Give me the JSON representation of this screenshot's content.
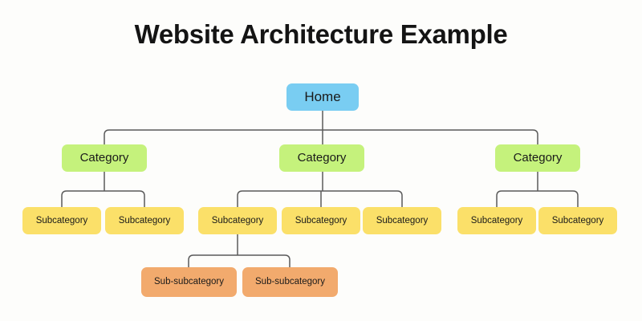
{
  "page": {
    "title": "Website Architecture Example",
    "background_color": "#fdfdfb",
    "connector_color": "#5a5a5a"
  },
  "colors": {
    "home": "#79cdf2",
    "category": "#c5f27c",
    "subcategory": "#fbe069",
    "subsubcategory": "#f2aa6d",
    "text": "#1a1a1a",
    "title": "#141414"
  },
  "tree": {
    "root": {
      "label": "Home",
      "level": "home"
    },
    "categories": [
      {
        "label": "Category",
        "subcategories": [
          {
            "label": "Subcategory",
            "children": []
          },
          {
            "label": "Subcategory",
            "children": []
          }
        ]
      },
      {
        "label": "Category",
        "subcategories": [
          {
            "label": "Subcategory",
            "children": [
              {
                "label": "Sub-subcategory"
              },
              {
                "label": "Sub-subcategory"
              }
            ]
          },
          {
            "label": "Subcategory",
            "children": []
          },
          {
            "label": "Subcategory",
            "children": []
          }
        ]
      },
      {
        "label": "Category",
        "subcategories": [
          {
            "label": "Subcategory",
            "children": []
          },
          {
            "label": "Subcategory",
            "children": []
          }
        ]
      }
    ]
  },
  "counts": {
    "levels": 4,
    "categories": 3,
    "subcategories": 7,
    "subsubcategories": 2
  }
}
